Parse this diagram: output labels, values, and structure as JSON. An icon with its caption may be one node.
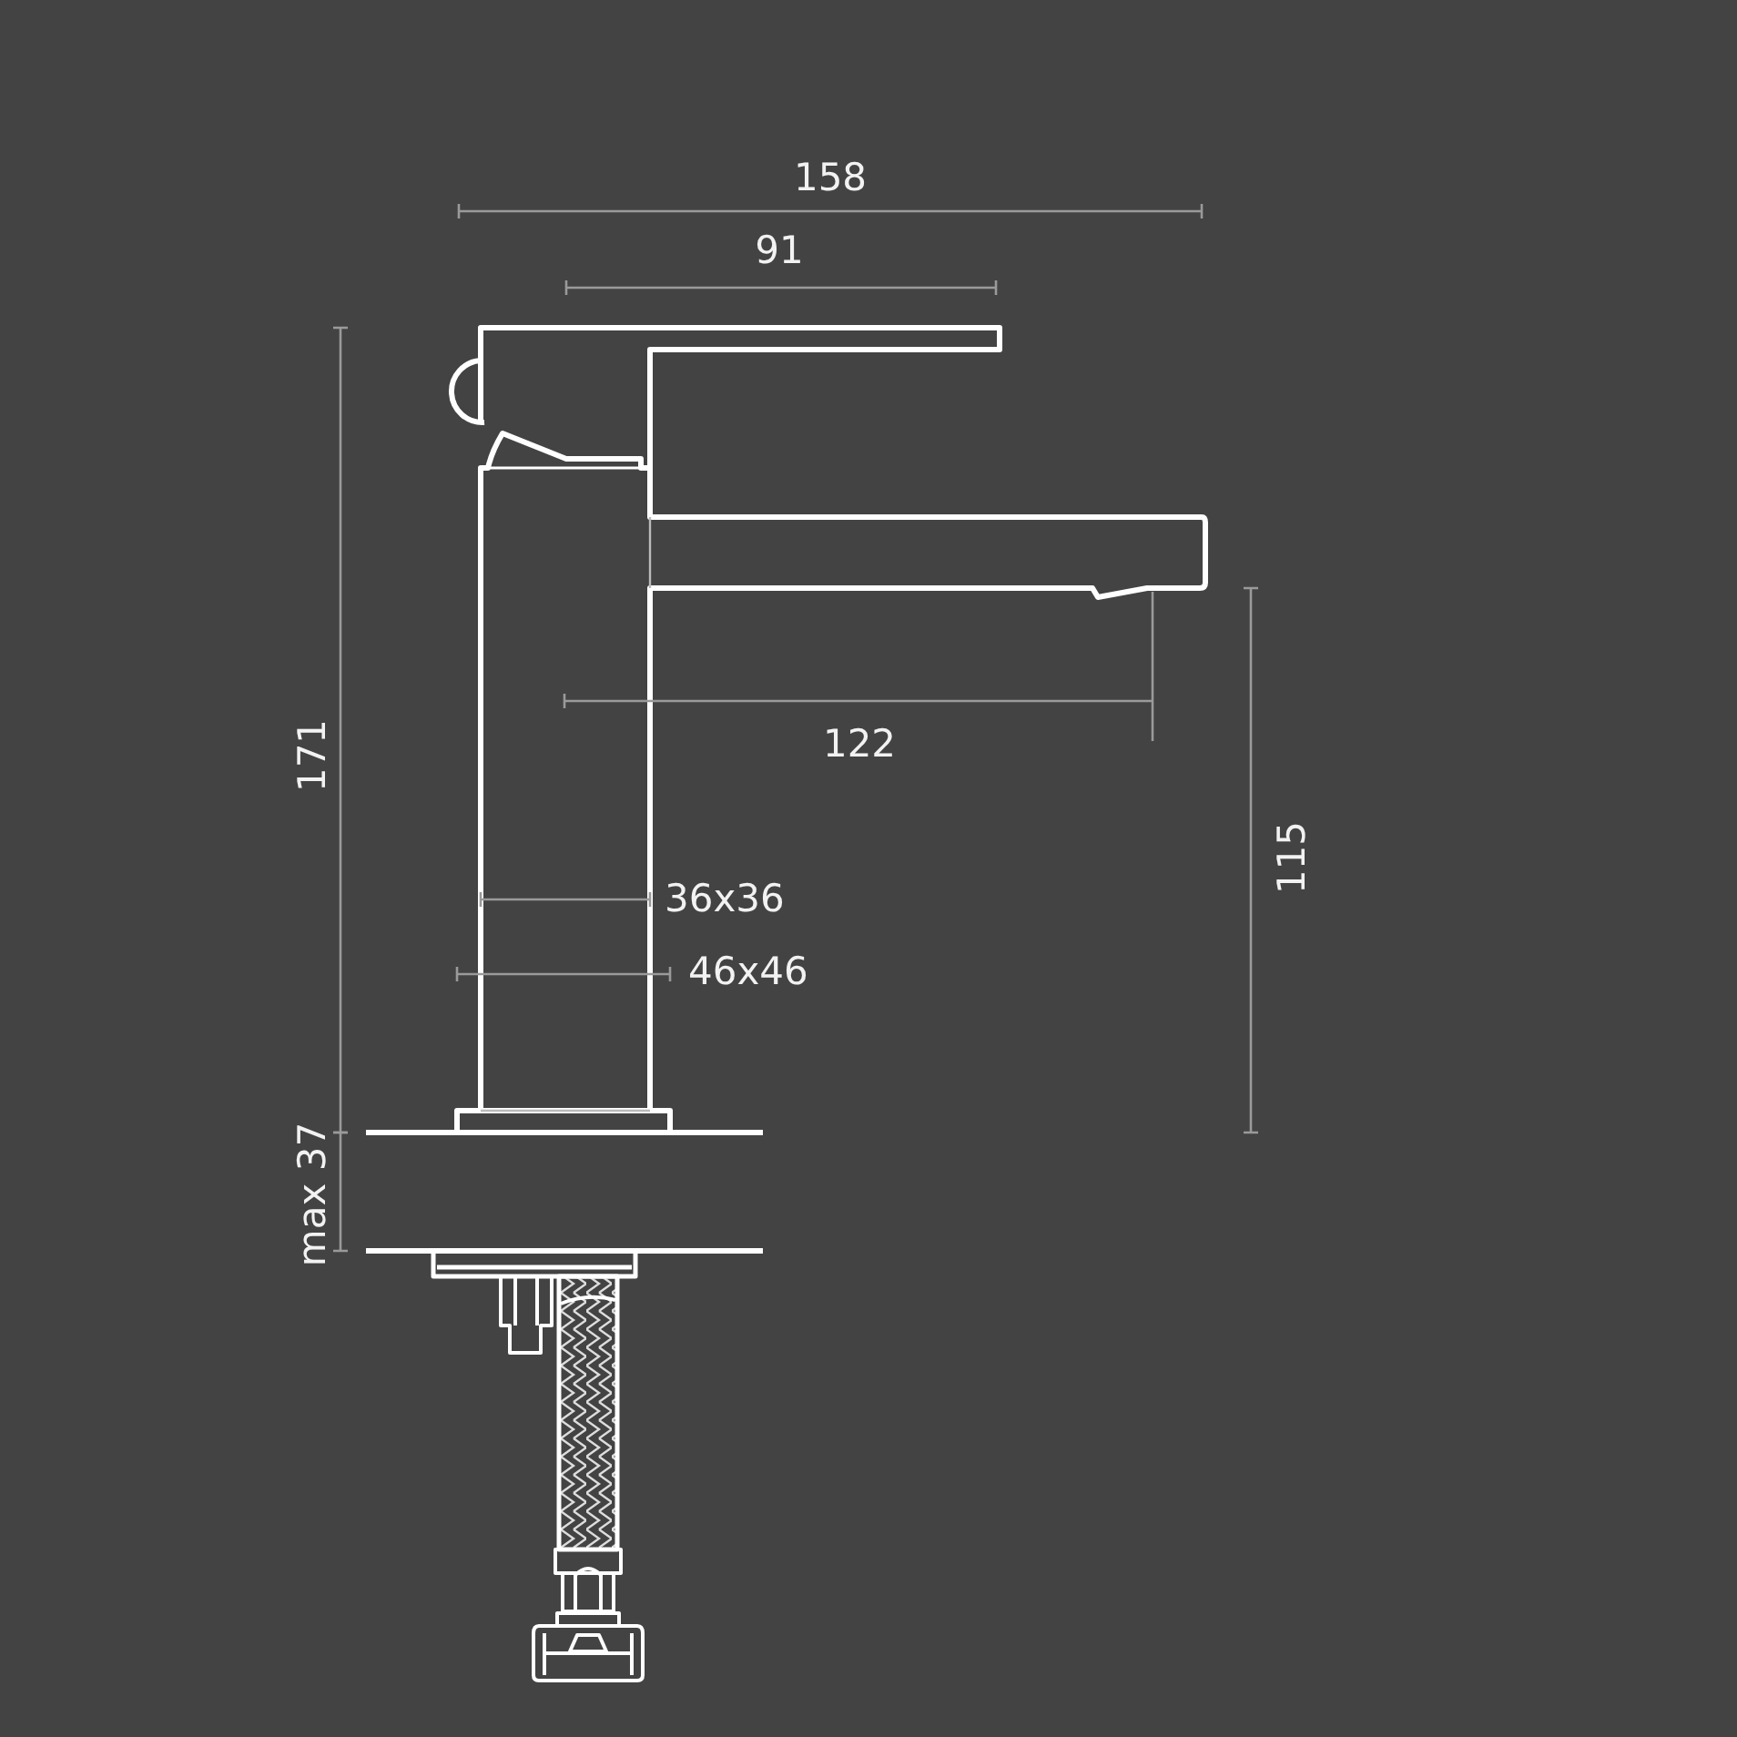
{
  "diagram": {
    "labels": [
      "158",
      "91",
      "171",
      "122",
      "36x36",
      "46x46",
      "115",
      "max 37"
    ]
  }
}
